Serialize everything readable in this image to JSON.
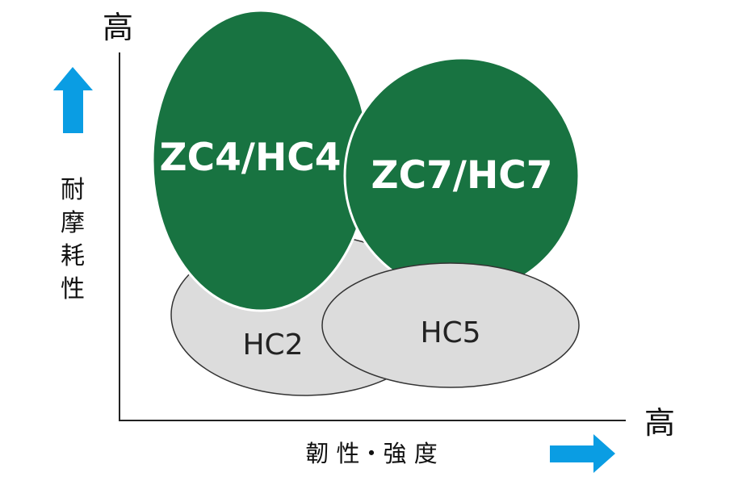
{
  "axes": {
    "y_high_label": "高",
    "x_high_label": "高",
    "y_axis_title_chars": [
      "耐",
      "摩",
      "耗",
      "性"
    ],
    "x_axis_title": "韌 性・強 度"
  },
  "regions": {
    "zc4_hc4": "ZC4/HC4",
    "zc7_hc7": "ZC7/HC7",
    "hc2": "HC2",
    "hc5": "HC5"
  },
  "colors": {
    "dark_green": "#187341",
    "light_gray": "#dcdcdc",
    "outline_gray": "#333333",
    "arrow_blue": "#0a9de3",
    "axis_line": "#222222"
  },
  "icons": {
    "up_arrow": "arrow-up-icon",
    "right_arrow": "arrow-right-icon"
  }
}
